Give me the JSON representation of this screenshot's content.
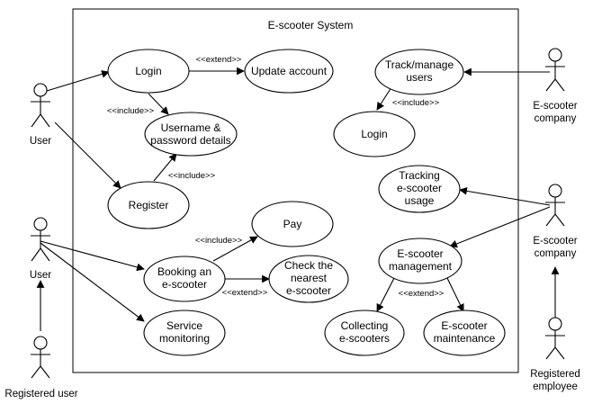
{
  "system": {
    "title": "E-scooter System"
  },
  "actors": {
    "user_top": "User",
    "user_mid": "User",
    "registered_user": "Registered user",
    "company_top": [
      "E-scooter",
      "company"
    ],
    "company_mid": [
      "E-scooter",
      "company"
    ],
    "registered_employee": [
      "Registered",
      "employee"
    ]
  },
  "use_cases": {
    "login": [
      "Login"
    ],
    "update_account": [
      "Update account"
    ],
    "username_password": [
      "Username &",
      "password details"
    ],
    "register": [
      "Register"
    ],
    "pay": [
      "Pay"
    ],
    "booking": [
      "Booking an",
      "e-scooter"
    ],
    "check_nearest": [
      "Check the",
      "nearest",
      "e-scooter"
    ],
    "service_monitoring": [
      "Service",
      "monitoring"
    ],
    "track_manage": [
      "Track/manage",
      "users"
    ],
    "login_company": [
      "Login"
    ],
    "tracking_usage": [
      "Tracking",
      "e-scooter",
      "usage"
    ],
    "management": [
      "E-scooter",
      "management"
    ],
    "collecting": [
      "Collecting",
      "e-scooters"
    ],
    "maintenance": [
      "E-scooter",
      "maintenance"
    ]
  },
  "relation_labels": {
    "extend_update": "<<extend>>",
    "include_username": "<<include>>",
    "include_register": "<<include>>",
    "include_pay": "<<include>>",
    "extend_check": "<<extend>>",
    "include_track": "<<include>>",
    "extend_management": "<<extend>>"
  }
}
